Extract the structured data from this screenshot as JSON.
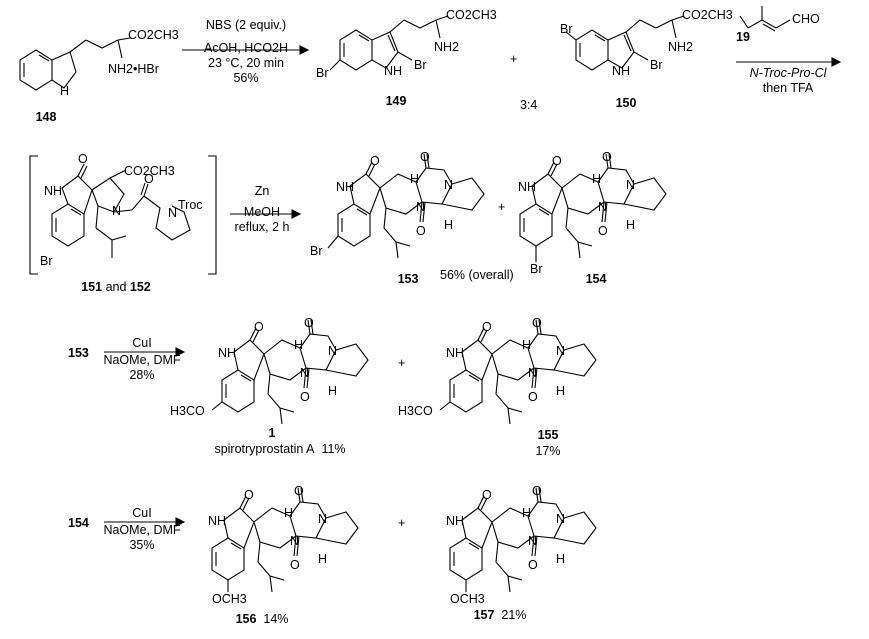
{
  "compounds": {
    "c148": "148",
    "c149": "149",
    "c150": "150",
    "c19": "19",
    "c151_152": {
      "a": "151",
      "and": " and ",
      "b": "152"
    },
    "c153": "153",
    "c154": "154",
    "c1": "1",
    "c1_name": "spirotryprostatin A",
    "c1_yield": "11%",
    "c155": "155",
    "c155_yield": "17%",
    "c156": "156",
    "c156_yield": "14%",
    "c157": "157",
    "c157_yield": "21%",
    "yield_153_154": "56% (overall)",
    "ratio_149_150": "3:4"
  },
  "conditions": {
    "step1": [
      "NBS (2 equiv.)",
      "AcOH, HCO2H",
      "23 °C, 20 min",
      "56%"
    ],
    "step2": {
      "l1": "N-Troc-Pro-Cl",
      "l2": "then TFA"
    },
    "step3": [
      "Zn",
      "MeOH",
      "reflux, 2 h"
    ],
    "step4": [
      "CuI",
      "NaOMe, DMF",
      "28%"
    ],
    "step5": [
      "CuI",
      "NaOMe, DMF",
      "35%"
    ]
  },
  "atoms": {
    "co2ch3": "CO2CH3",
    "nh2hbr": "NH2•HBr",
    "nh2": "NH2",
    "nh": "NH",
    "n": "N",
    "h": "H",
    "br": "Br",
    "o": "O",
    "cho": "CHO",
    "troc": "Troc",
    "h3co": "H3CO",
    "och3": "OCH3",
    "plus": "+"
  }
}
